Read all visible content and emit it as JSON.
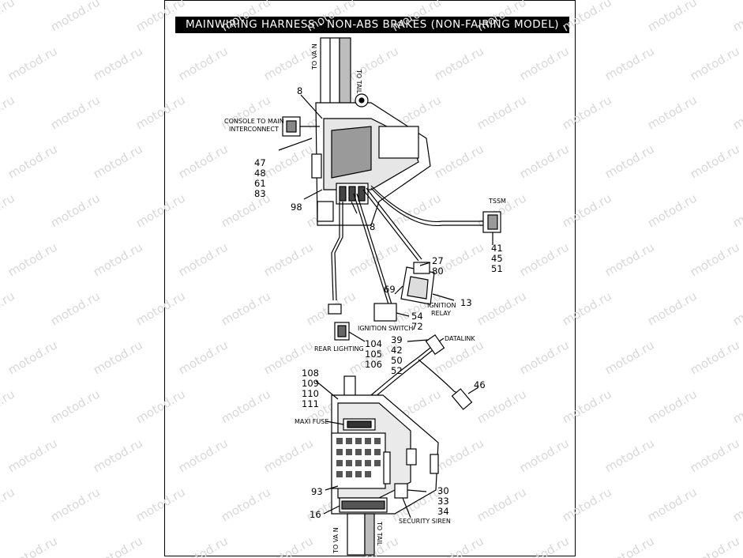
{
  "title": "MAINWIRING HARNESS - NON-ABS BRAKES (NON-FAIRING MODEL)",
  "watermark": "motod.ru",
  "labels": {
    "to_va_n_top": "TO VA N",
    "to_tail_top": "TO TAIL",
    "to_va_n_bottom": "TO VA N",
    "to_tail_bottom": "TO TAIL",
    "console_line1": "CONSOLE TO MAIN",
    "console_line2": "INTERCONNECT",
    "tssm": "TSSM",
    "ignition_relay_line1": "IGNITION",
    "ignition_relay_line2": "RELAY",
    "ignition_switch": "IGNITION SWITCH",
    "rear_lighting": "REAR LIGHTING",
    "datalink": "DATALINK",
    "maxi_fuse": "MAXI FUSE",
    "security_siren": "SECURITY SIREN"
  },
  "callouts": {
    "n8_top": "8",
    "group_console": [
      "47",
      "48",
      "61",
      "83"
    ],
    "n98": "98",
    "n8_mid": "8",
    "group_tssm": [
      "41",
      "45",
      "51"
    ],
    "group_27": [
      "27",
      "80"
    ],
    "n69": "69",
    "n13": "13",
    "group_54": [
      "54",
      "72"
    ],
    "group_rear": [
      "104",
      "105",
      "106"
    ],
    "group_datalink": [
      "39",
      "42",
      "50",
      "52"
    ],
    "group_108": [
      "108",
      "109",
      "110",
      "111"
    ],
    "n46": "46",
    "n93": "93",
    "n16": "16",
    "group_siren": [
      "30",
      "33",
      "34"
    ]
  }
}
